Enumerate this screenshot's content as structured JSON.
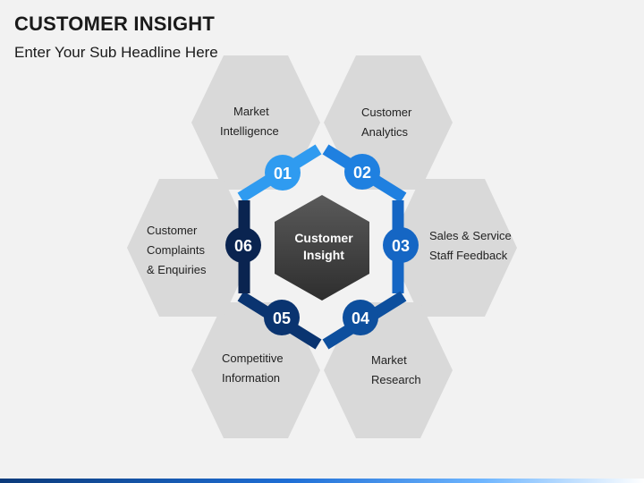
{
  "title": "CUSTOMER INSIGHT",
  "subtitle": "Enter Your Sub Headline Here",
  "center": {
    "line1": "Customer",
    "line2": "Insight"
  },
  "segments": [
    {
      "number": "01",
      "line1": "Market",
      "line2": "Intelligence",
      "color": "#2f9bf0"
    },
    {
      "number": "02",
      "line1": "Customer",
      "line2": "Analytics",
      "color": "#1f80e0"
    },
    {
      "number": "03",
      "line1": "Sales & Service",
      "line2": "Staff Feedback",
      "color": "#1566c4"
    },
    {
      "number": "04",
      "line1": "Market",
      "line2": "Research",
      "color": "#0d4f9e"
    },
    {
      "number": "05",
      "line1": "Competitive",
      "line2": "Information",
      "color": "#0a3470"
    },
    {
      "number": "06",
      "line1": "Customer",
      "line2": "Complaints",
      "line3": "& Enquiries",
      "color": "#0a2450"
    }
  ],
  "colors": {
    "hex_fill": "#d9d9d9",
    "center_fill": "#4a4a4a",
    "background": "#f2f2f2"
  }
}
